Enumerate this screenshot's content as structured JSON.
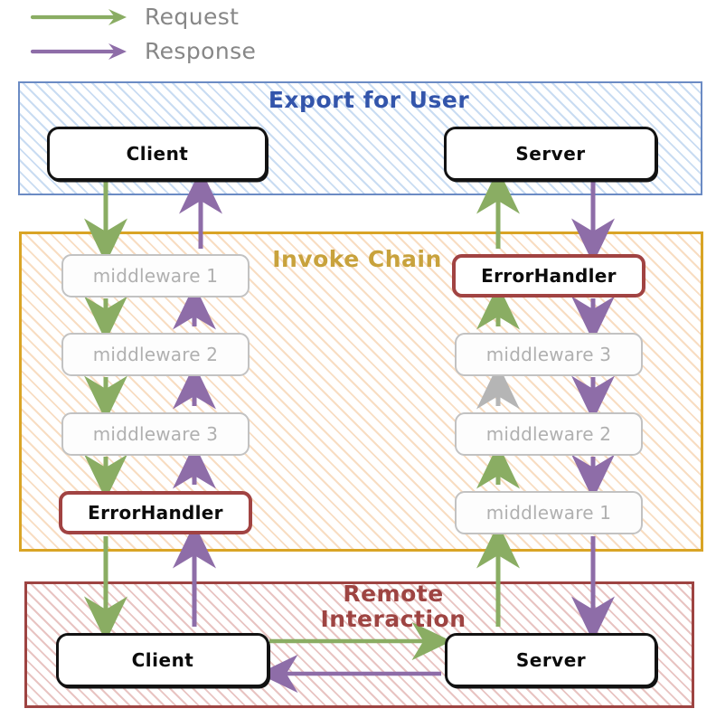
{
  "legend": {
    "items": [
      {
        "label": "Request",
        "color": "#8aad63",
        "icon": "arrow-right-icon"
      },
      {
        "label": "Response",
        "color": "#8e6da8",
        "icon": "arrow-right-icon"
      }
    ]
  },
  "colors": {
    "request_green": "#8aad63",
    "response_purple": "#8e6da8",
    "disabled_gray": "#b5b5b5",
    "export_blue": "#3355ab",
    "invoke_gold": "#c8a23c",
    "remote_red": "#9e4442",
    "error_border": "#a14342",
    "muted_border": "#c2c2c2",
    "muted_text": "#b0b0b0",
    "node_black": "#121212"
  },
  "panels": [
    {
      "id": "export-for-user",
      "title": "Export for User",
      "border": "#6b8bc4",
      "hatch": "#aec6e8",
      "title_color": "#3355ab"
    },
    {
      "id": "invoke-chain",
      "title": "Invoke Chain",
      "border": "#d9a425",
      "hatch": "#f3cfa4",
      "title_color": "#c8a23c"
    },
    {
      "id": "remote-interaction",
      "title_line1": "Remote",
      "title_line2": "Interaction",
      "title": "Remote Interaction",
      "border": "#9e4442",
      "hatch": "#d9a6a3",
      "title_color": "#9e4442"
    }
  ],
  "nodes": {
    "top_client": {
      "label": "Client",
      "style": "solid"
    },
    "top_server": {
      "label": "Server",
      "style": "solid"
    },
    "left_chain": [
      {
        "label": "middleware 1",
        "style": "muted"
      },
      {
        "label": "middleware 2",
        "style": "muted"
      },
      {
        "label": "middleware 3",
        "style": "muted"
      },
      {
        "label": "ErrorHandler",
        "style": "err"
      }
    ],
    "right_chain": [
      {
        "label": "ErrorHandler",
        "style": "err"
      },
      {
        "label": "middleware 3",
        "style": "muted"
      },
      {
        "label": "middleware 2",
        "style": "muted"
      },
      {
        "label": "middleware 1",
        "style": "muted"
      }
    ],
    "bottom_client": {
      "label": "Client",
      "style": "solid"
    },
    "bottom_server": {
      "label": "Server",
      "style": "solid"
    }
  },
  "flows": {
    "request_label": "Request",
    "response_label": "Response"
  }
}
